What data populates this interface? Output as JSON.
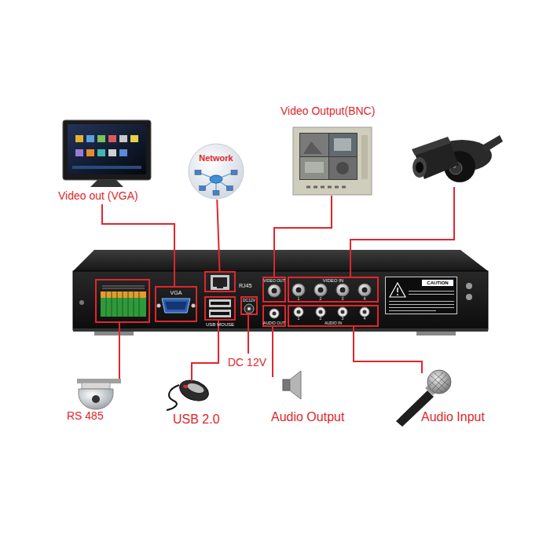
{
  "diagram": {
    "nodes": [
      {
        "text": [
          "Network"
        ]
      },
      {
        "text": [
          "VGA"
        ]
      },
      {
        "text": [
          "RJ45"
        ]
      },
      {
        "text": [
          "USB MOUSE"
        ]
      },
      {
        "text": [
          "DC12V"
        ]
      },
      {
        "text": [
          "VIDEO OUT"
        ]
      },
      {
        "text": [
          "VIDEO IN",
          "1",
          "2",
          "3",
          "4"
        ]
      },
      {
        "text": [
          "AUDIO OUT"
        ]
      },
      {
        "text": [
          "AUDIO IN",
          "1",
          "2",
          "3",
          "4"
        ]
      },
      {
        "text": [
          "CAUTION"
        ]
      }
    ],
    "edges": [
      {
        "from": 0,
        "to": 2,
        "arrow": "none"
      }
    ],
    "labels": [
      "Video out (VGA)",
      "Video Output(BNC)",
      "RS 485",
      "USB 2.0",
      "DC 12V",
      "Audio Output",
      "Audio Input"
    ]
  }
}
